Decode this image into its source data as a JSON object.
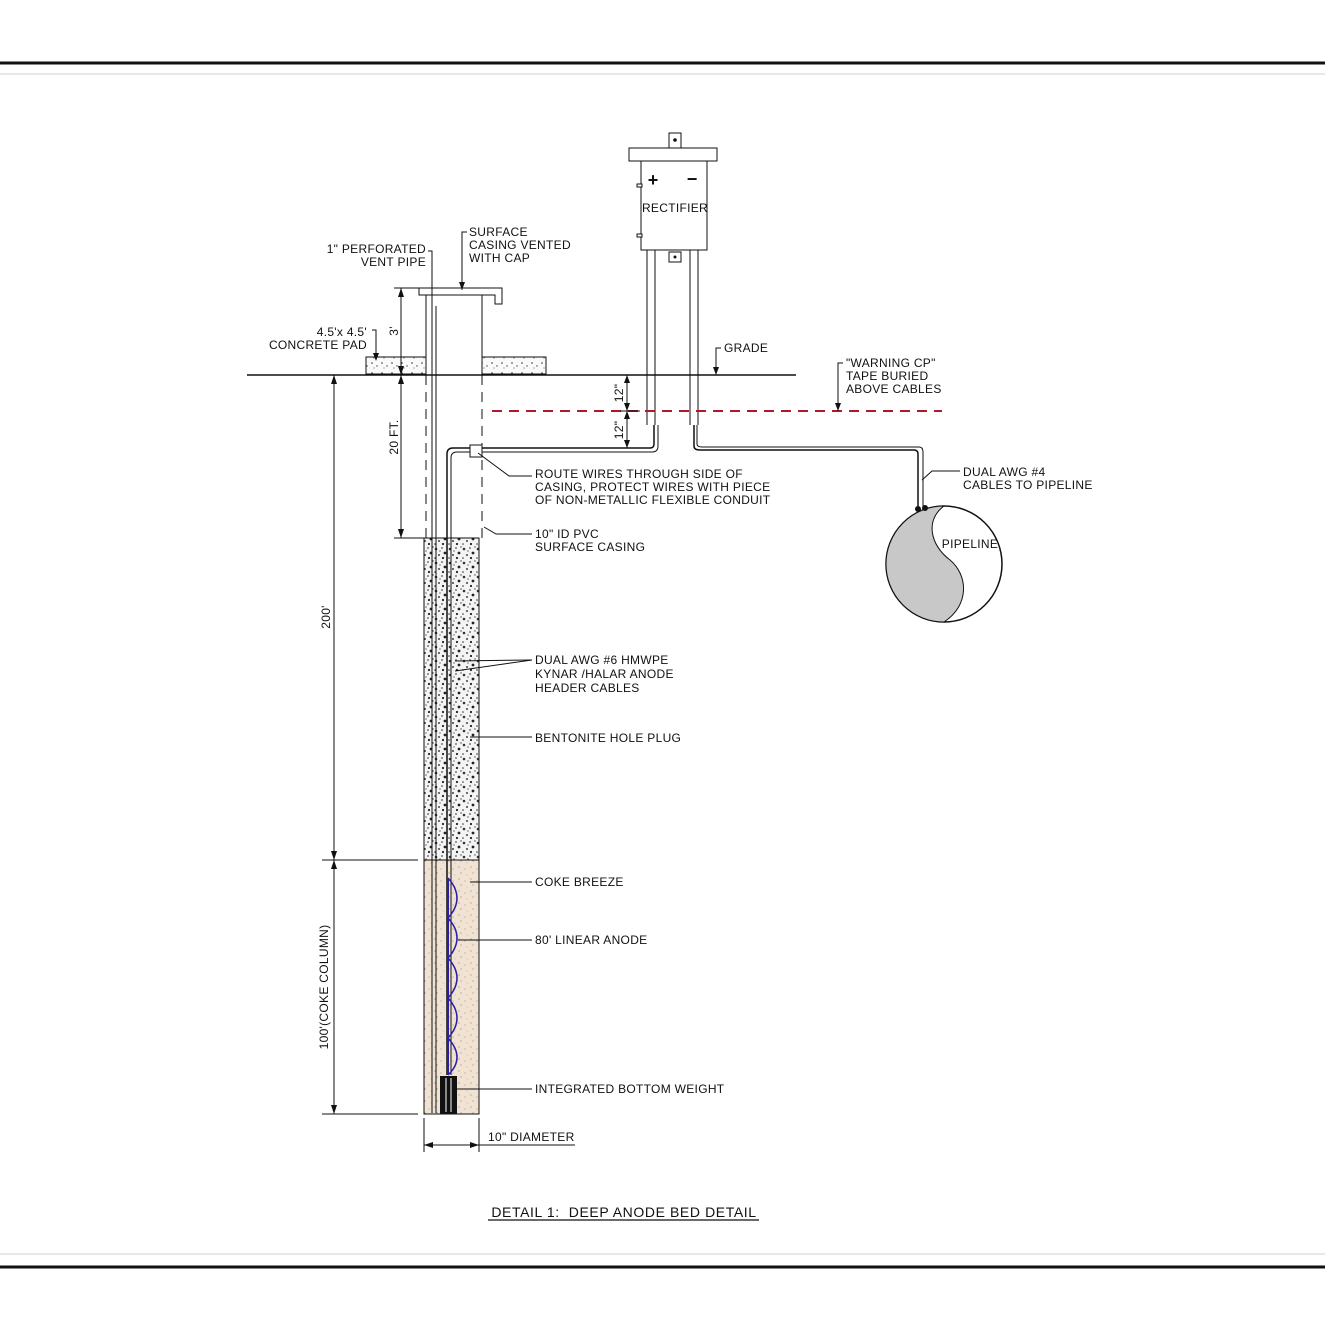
{
  "title": "DETAIL 1:  DEEP ANODE BED DETAIL",
  "colors": {
    "warning_tape": "#b2182b",
    "anode": "#2b1fa8",
    "coke_breeze": "#f1e3d3",
    "pipeline_fill": "#c8c8c8",
    "line": "#111111"
  },
  "labels": {
    "rectifier": "RECTIFIER",
    "plus": "+",
    "minus": "−",
    "vent_pipe": [
      "1\" PERFORATED",
      "VENT PIPE"
    ],
    "surface_casing_cap": [
      "SURFACE",
      "CASING VENTED",
      "WITH CAP"
    ],
    "concrete_pad": [
      "4.5'x 4.5'",
      "CONCRETE PAD"
    ],
    "grade": "GRADE",
    "warning_tape": [
      "\"WARNING CP\"",
      "TAPE BURIED",
      "ABOVE CABLES"
    ],
    "route_wires": [
      "ROUTE WIRES THROUGH SIDE OF",
      "CASING, PROTECT WIRES WITH PIECE",
      "OF NON-METALLIC FLEXIBLE CONDUIT"
    ],
    "dual_awg4": [
      "DUAL AWG #4",
      "CABLES TO PIPELINE"
    ],
    "pipeline": "PIPELINE",
    "pvc_casing": [
      "10\" ID PVC",
      "SURFACE CASING"
    ],
    "header_cables": [
      "DUAL AWG #6 HMWPE",
      "KYNAR /HALAR ANODE",
      "HEADER CABLES"
    ],
    "bentonite": "BENTONITE HOLE PLUG",
    "coke_breeze": "COKE BREEZE",
    "linear_anode": "80' LINEAR ANODE",
    "bottom_weight": "INTEGRATED BOTTOM WEIGHT",
    "diameter": "10\" DIAMETER"
  },
  "dimensions": {
    "three_ft": "3'",
    "twenty_ft": "20 FT.",
    "two_hundred": "200'",
    "hundred_coke": "100'(COKE COLUMN)",
    "twelve_a": "12\"",
    "twelve_b": "12\""
  }
}
